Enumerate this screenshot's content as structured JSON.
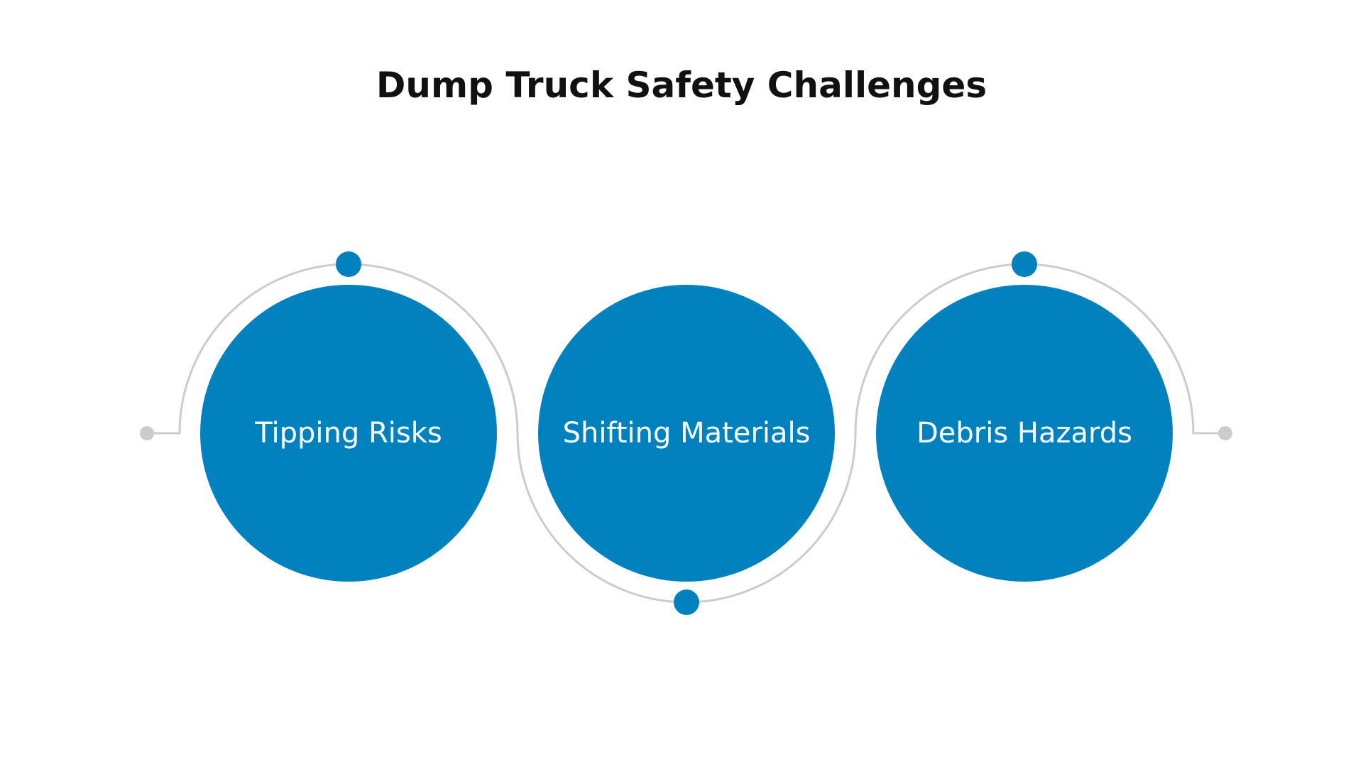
{
  "title": "Dump Truck Safety Challenges",
  "colors": {
    "node_fill": "#0281BF",
    "connector": "#CCCCCC",
    "title": "#111111",
    "label": "#FFFFFF"
  },
  "nodes": [
    {
      "label": "Tipping Risks",
      "accent": "top"
    },
    {
      "label": "Shifting Materials",
      "accent": "bottom"
    },
    {
      "label": "Debris Hazards",
      "accent": "top"
    }
  ]
}
